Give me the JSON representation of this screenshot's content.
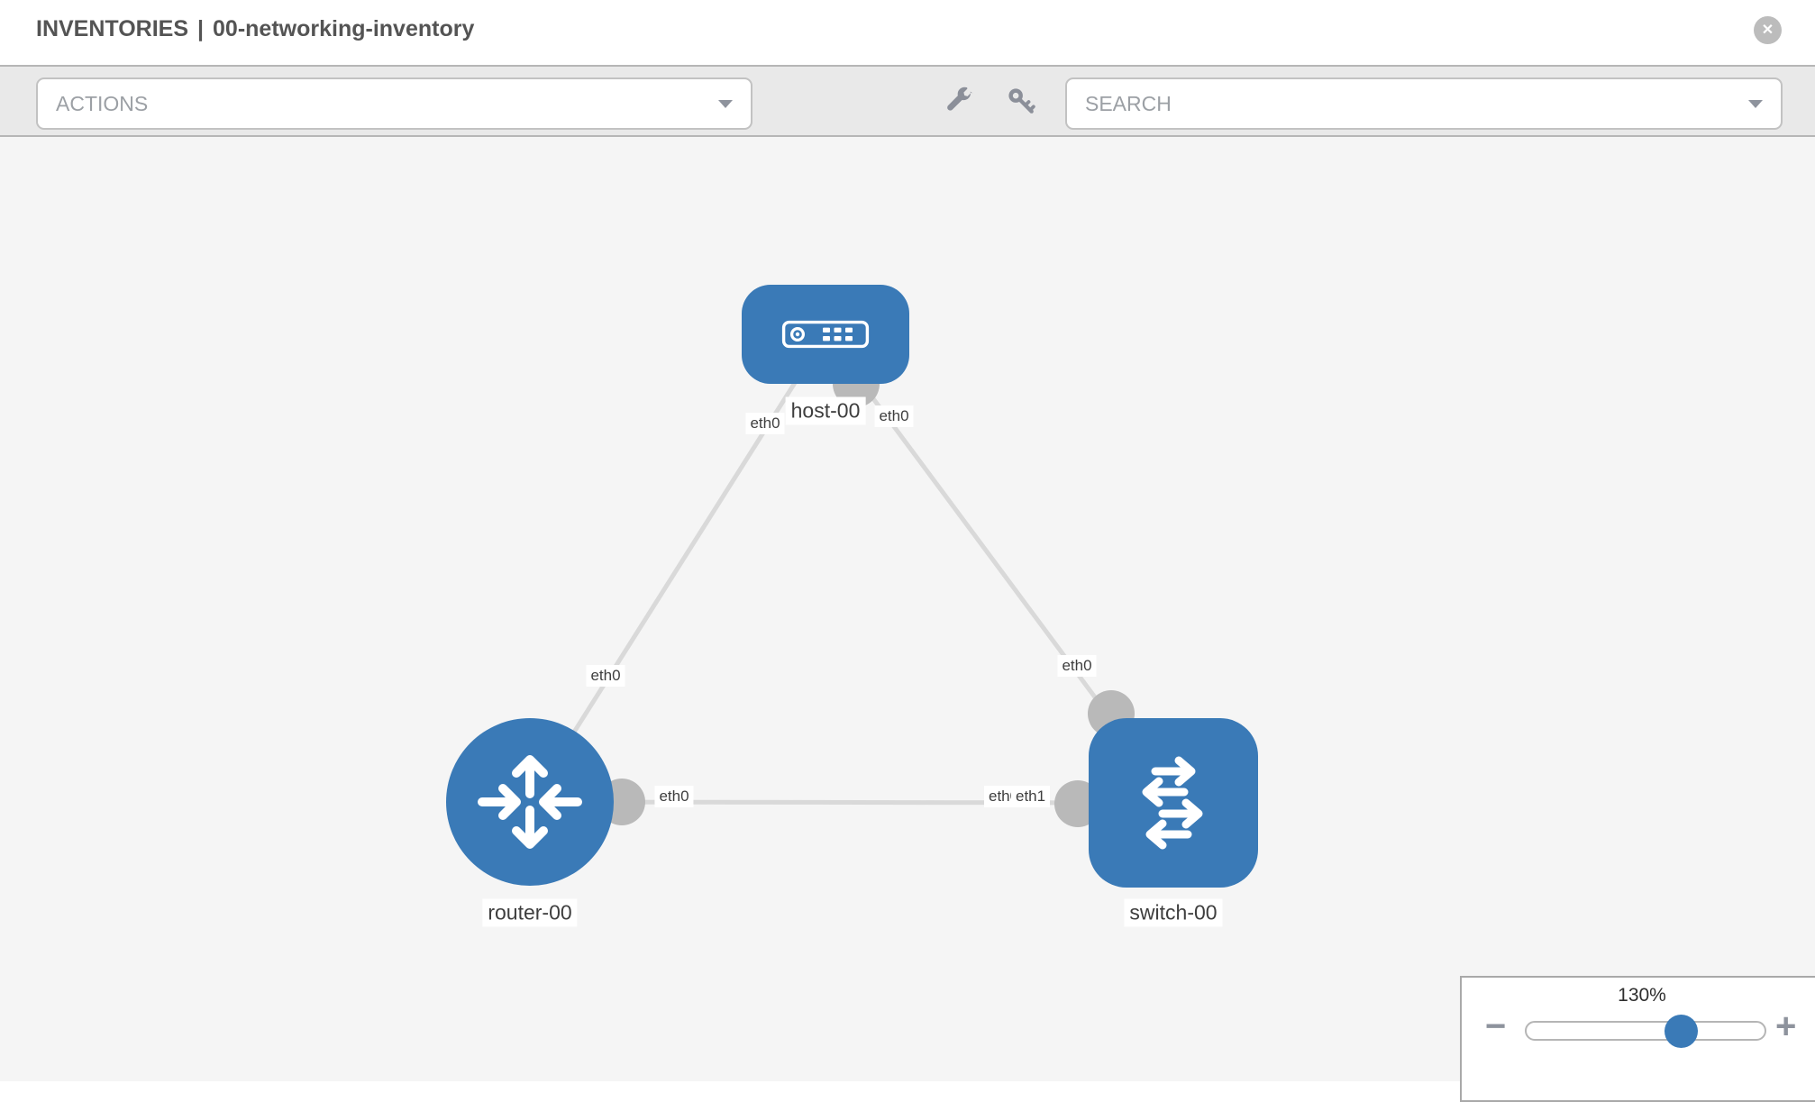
{
  "header": {
    "section": "INVENTORIES",
    "separator": "|",
    "inventory_name": "00-networking-inventory",
    "close_glyph": "✕"
  },
  "toolbar": {
    "actions_label": "ACTIONS",
    "search_label": "SEARCH",
    "icons": [
      "wrench-icon",
      "key-icon"
    ]
  },
  "topology": {
    "nodes": [
      {
        "id": "host-00",
        "type": "host",
        "label": "host-00"
      },
      {
        "id": "router-00",
        "type": "router",
        "label": "router-00"
      },
      {
        "id": "switch-00",
        "type": "switch",
        "label": "switch-00"
      }
    ],
    "links": [
      {
        "source": "host-00",
        "target": "router-00",
        "source_interface": "eth0",
        "target_interface": "eth0"
      },
      {
        "source": "host-00",
        "target": "switch-00",
        "source_interface": "eth0",
        "target_interface": "eth0"
      },
      {
        "source": "router-00",
        "target": "switch-00",
        "source_interface": "eth0",
        "target_interface": "eth1"
      }
    ],
    "interfaces": {
      "host_router_host": "eth0",
      "host_switch_host": "eth0",
      "host_router_router": "eth0",
      "router_switch_router": "eth0",
      "host_switch_switch": "eth0",
      "router_switch_switch": "eth1",
      "router_switch_switch_under": "eth0"
    }
  },
  "zoom_control": {
    "level": "130%",
    "value_percent": 130,
    "minus_glyph": "−",
    "plus_glyph": "+"
  },
  "colors": {
    "node_blue": "#3a7ab7",
    "interface_gray": "#b9b9b9",
    "link_gray": "#d9d9d9",
    "canvas_bg": "#f5f5f5",
    "toolbar_bg": "#e9e9e9",
    "title_text": "#545454"
  }
}
